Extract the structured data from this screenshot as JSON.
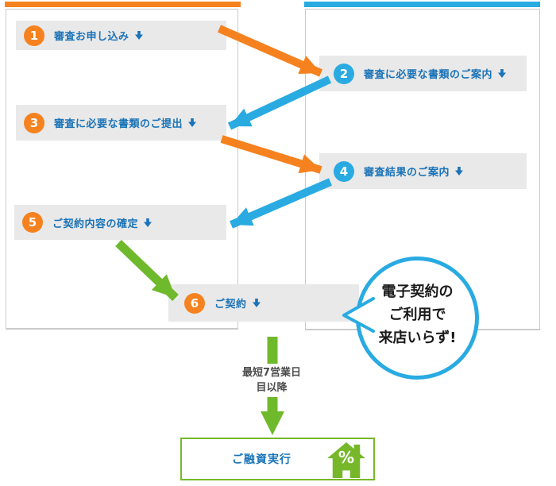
{
  "colors": {
    "orange": "#F5821F",
    "blue": "#29ABE2",
    "link_blue": "#1A73B8",
    "green": "#6FB92C",
    "green_dark": "#76B82A",
    "step_bg": "#E9E9E9",
    "column_border": "#CBCBCB",
    "note_text": "#4D4D4D"
  },
  "steps": [
    {
      "number": "1",
      "label": "審査お申し込み",
      "column": "left",
      "accent": "orange"
    },
    {
      "number": "2",
      "label": "審査に必要な書類のご案内",
      "column": "right",
      "accent": "blue"
    },
    {
      "number": "3",
      "label": "審査に必要な書類のご提出",
      "column": "left",
      "accent": "orange"
    },
    {
      "number": "4",
      "label": "審査結果のご案内",
      "column": "right",
      "accent": "blue"
    },
    {
      "number": "5",
      "label": "ご契約内容の確定",
      "column": "left",
      "accent": "orange"
    },
    {
      "number": "6",
      "label": "ご契約",
      "column": "center",
      "accent": "orange"
    }
  ],
  "bubble": {
    "line1": "電子契約の",
    "line2": "ご利用で",
    "line3": "来店いらず!"
  },
  "note": {
    "line1": "最短7営業日",
    "line2": "目以降"
  },
  "final_box": {
    "label": "ご融資実行",
    "icon_symbol": "%"
  },
  "icons": {
    "step_jump": "down-arrow-icon",
    "final": "house-percent-icon"
  }
}
